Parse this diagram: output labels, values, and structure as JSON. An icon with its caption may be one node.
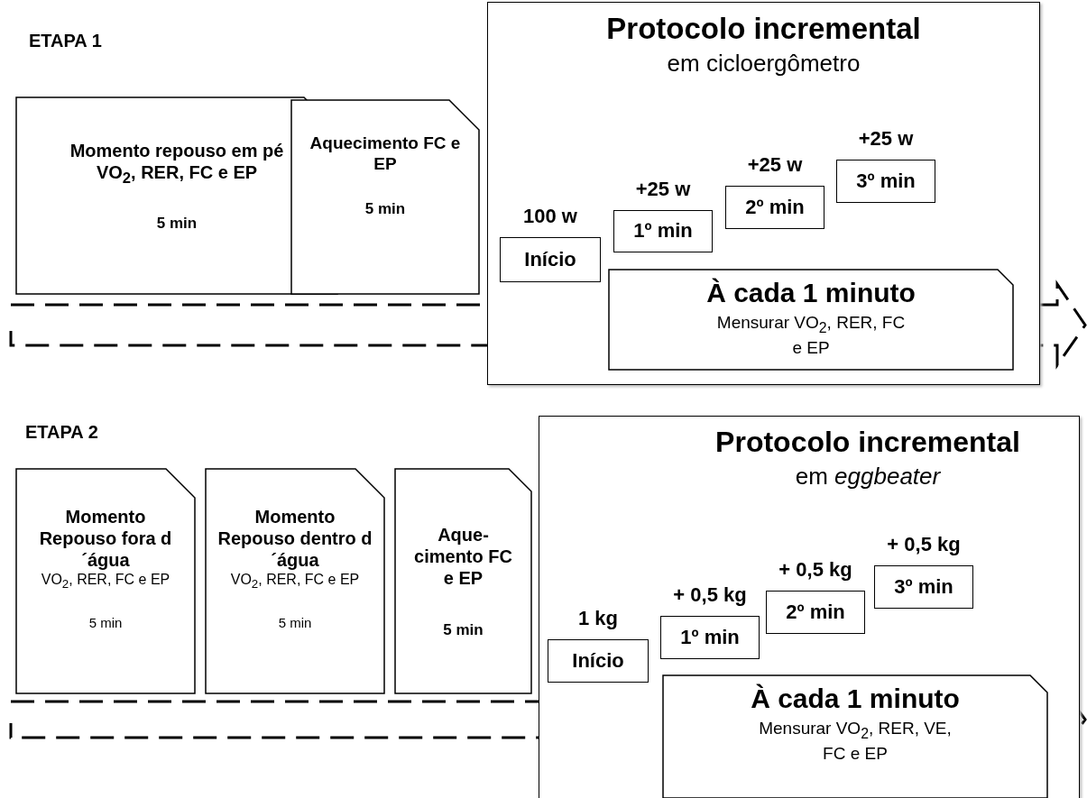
{
  "diagram": {
    "nodes": [
      {
        "text": [
          "Protocolo incremental",
          "em cicloergômetro"
        ]
      },
      {
        "text": [
          "Momento repouso em pé",
          "VO$_{2}$, RER, FC e EP",
          "5 min"
        ]
      },
      {
        "text": [
          "Aquecimento FC e EP",
          "5 min"
        ]
      },
      {
        "text": [
          "Início"
        ],
        "in": 0,
        "beside": [
          "100 w"
        ]
      },
      {
        "text": [
          "1º min"
        ],
        "in": 0,
        "beside": [
          "+25 w"
        ]
      },
      {
        "text": [
          "2º min"
        ],
        "in": 0,
        "beside": [
          "+25 w"
        ]
      },
      {
        "text": [
          "3º min"
        ],
        "in": 0,
        "beside": [
          "+25 w"
        ]
      },
      {
        "text": [
          "À cada 1 minuto",
          "Mensurar VO$_{2}$, RER, FC e EP"
        ],
        "in": 0
      },
      {
        "text": [
          "Protocolo incremental",
          "em *eggbeater*"
        ]
      },
      {
        "text": [
          "Momento Repouso fora d´água",
          "VO$_{2}$, RER, FC e EP",
          "5 min"
        ]
      },
      {
        "text": [
          "Momento Repouso dentro d´água",
          "VO$_{2}$, RER, FC e EP",
          "5 min"
        ]
      },
      {
        "text": [
          "Aque- cimento FC e EP",
          "5 min"
        ]
      },
      {
        "text": [
          "Início"
        ],
        "in": 8,
        "beside": [
          "1 kg"
        ]
      },
      {
        "text": [
          "1º min"
        ],
        "in": 8,
        "beside": [
          "+ 0,5 kg"
        ]
      },
      {
        "text": [
          "2º min"
        ],
        "in": 8,
        "beside": [
          "+ 0,5 kg"
        ]
      },
      {
        "text": [
          "3º min"
        ],
        "in": 8,
        "beside": [
          "+ 0,5 kg"
        ]
      },
      {
        "text": [
          "À cada 1 minuto",
          "Mensurar VO$_{2}$, RER, VE, FC e EP"
        ],
        "in": 8
      }
    ],
    "labels": [
      "ETAPA 1",
      "ETAPA 2"
    ]
  }
}
